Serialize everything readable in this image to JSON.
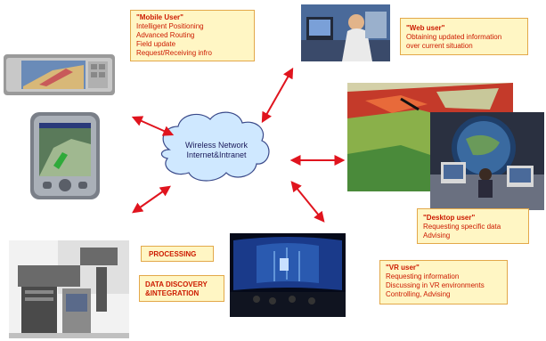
{
  "center": {
    "line1": "Wireless Network",
    "line2": "Internet&Intranet"
  },
  "mobile_user": {
    "title": "\"Mobile User\"",
    "lines": [
      "Intelligent Positioning",
      "Advanced Routing",
      "Field update",
      "Request/Receiving infro"
    ]
  },
  "web_user": {
    "title": "\"Web user\"",
    "lines": [
      "Obtaining  updated information",
      "over current situation"
    ]
  },
  "desktop_user": {
    "title": "\"Desktop user\"",
    "lines": [
      "Requesting specific data",
      "Advising"
    ]
  },
  "vr_user": {
    "title": "\"VR user\"",
    "lines": [
      "Requesting information",
      "Discussing in VR environments",
      "Controlling, Advising"
    ]
  },
  "processing": {
    "label": "PROCESSING"
  },
  "data_discovery": {
    "line1": "DATA DISCOVERY",
    "line2": "&INTEGRATION"
  },
  "colors": {
    "label_text": "#cc1a00",
    "label_fill": "#fff6c4",
    "label_border": "#e3a84a",
    "arrow": "#e0141e",
    "cloud_fill": "#cfe8ff",
    "cloud_stroke": "#3a4a8a"
  }
}
